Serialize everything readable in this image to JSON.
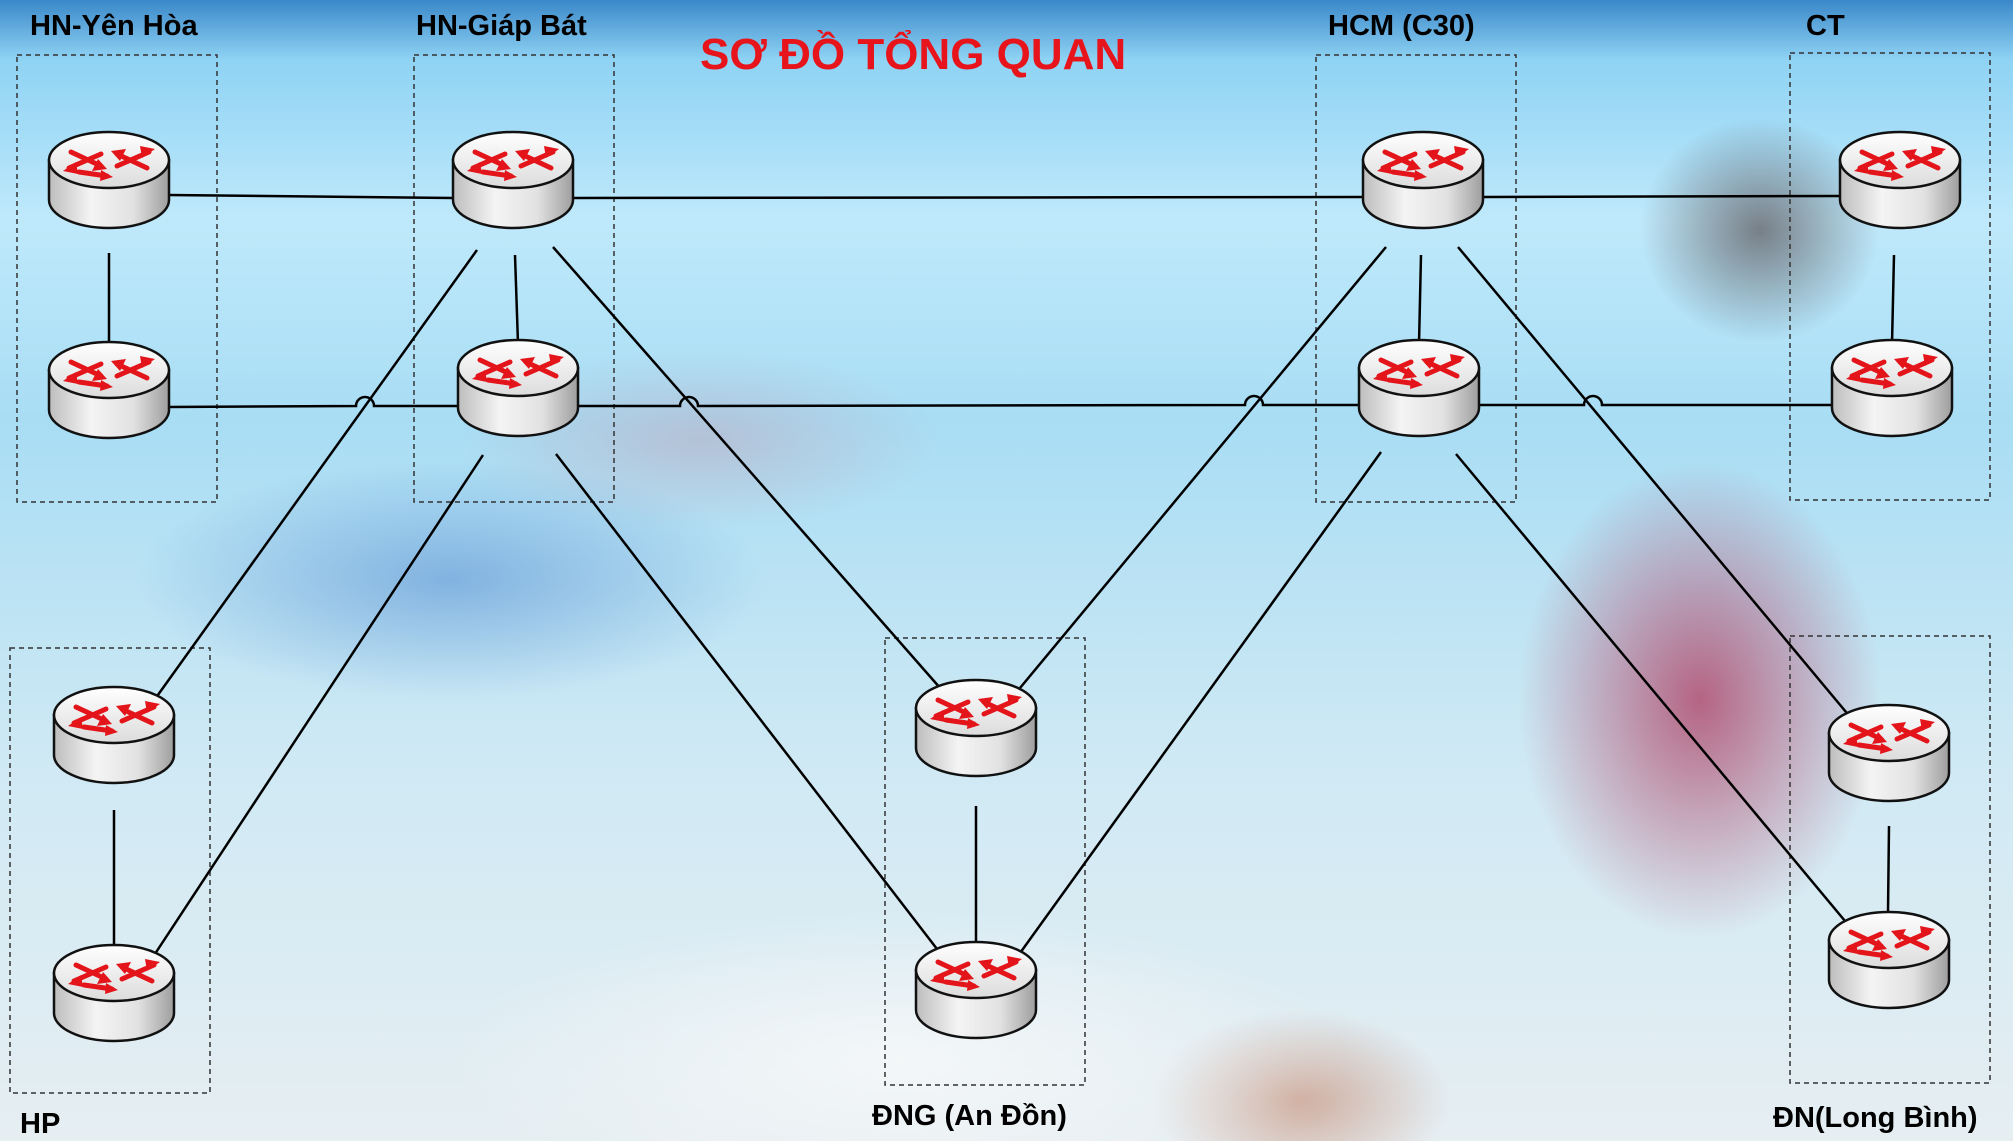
{
  "title": "SƠ ĐỒ TỔNG QUAN",
  "sites": {
    "yen_hoa": "HN-Yên Hòa",
    "giap_bat": "HN-Giáp Bát",
    "hcm": "HCM (C30)",
    "ct": "CT",
    "hp": "HP",
    "dng": "ĐNG (An Đồn)",
    "dn_long_binh": "ĐN(Long Bình)"
  },
  "icons": {
    "router": "router-icon"
  },
  "colors": {
    "title": "#e8141b",
    "arrows": "#e3151a",
    "links": "#000000"
  }
}
